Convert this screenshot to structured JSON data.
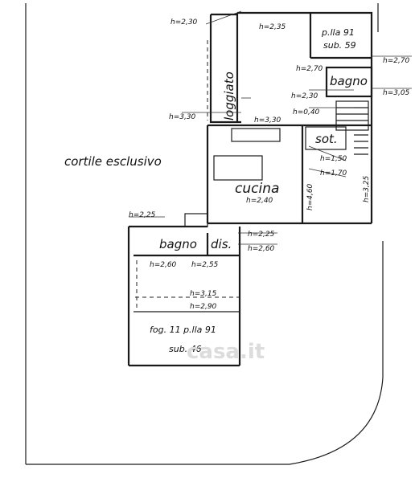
{
  "rooms": {
    "cortile": "cortile esclusivo",
    "loggiato": "loggiato",
    "bagno_upper": "bagno",
    "sot": "sot.",
    "cucina": "cucina",
    "bagno_lower": "bagno",
    "dis": "dis."
  },
  "parcels": {
    "upper_line1": "p.lla 91",
    "upper_line2": "sub. 59",
    "lower_line1": "fog. 11 p.lla 91",
    "lower_line2": "sub. 46"
  },
  "heights": {
    "h230_top": "h=2,30",
    "h235": "h=2,35",
    "h270_a": "h=2,70",
    "h270_b": "h=2,70",
    "h305": "h=3,05",
    "h230_mid": "h=2,30",
    "h040": "h=0,40",
    "h330_left": "h=3,30",
    "h330_mid": "h=3,30",
    "h150": "h=1,50",
    "h170": "h=1,70",
    "h325": "h=3,25",
    "h460": "h=4,60",
    "h240": "h=2,40",
    "h225_left": "h=2,25",
    "h225_right": "h=2,25",
    "h260_right": "h=2,60",
    "h260_left": "h=2,60",
    "h255": "h=2,55",
    "h315": "h=3,15",
    "h290": "h=2,90"
  },
  "watermark": "casa.it"
}
